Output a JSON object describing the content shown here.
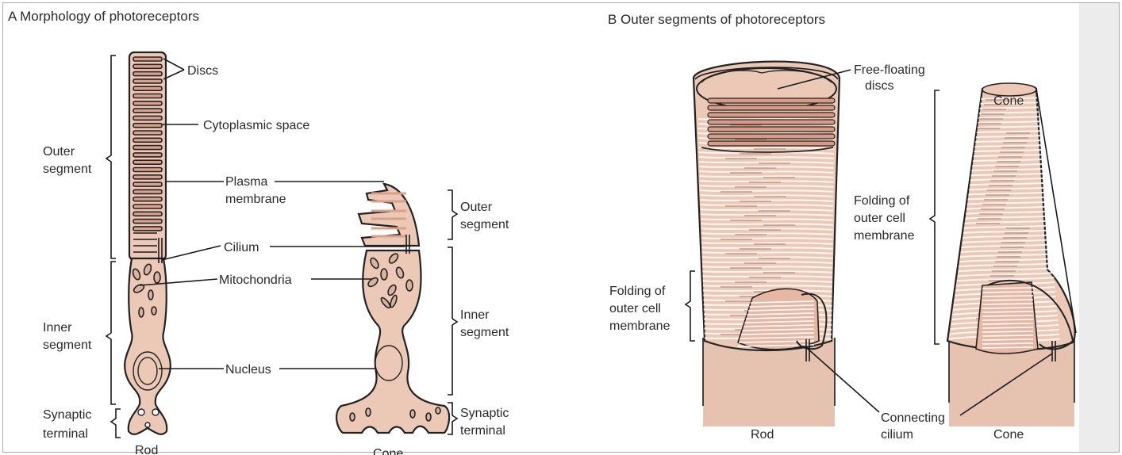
{
  "panel_a": {
    "title": "A  Morphology of photoreceptors",
    "labels": {
      "discs": "Discs",
      "cytoplasmic_space": "Cytoplasmic space",
      "plasma_membrane_1": "Plasma",
      "plasma_membrane_2": "membrane",
      "cilium": "Cilium",
      "mitochondria": "Mitochondria",
      "nucleus": "Nucleus",
      "outer_segment_1": "Outer",
      "outer_segment_2": "segment",
      "inner_segment_1": "Inner",
      "inner_segment_2": "segment",
      "synaptic_terminal_1": "Synaptic",
      "synaptic_terminal_2": "terminal",
      "rod": "Rod",
      "cone": "Cone"
    }
  },
  "panel_b": {
    "title": "B  Outer segments of photoreceptors",
    "labels": {
      "free_floating_1": "Free-floating",
      "free_floating_2": "discs",
      "folding_cone_1": "Folding of",
      "folding_cone_2": "outer cell",
      "folding_cone_3": "membrane",
      "folding_rod_1": "Folding of",
      "folding_rod_2": "outer cell",
      "folding_rod_3": "membrane",
      "connecting_1": "Connecting",
      "connecting_2": "cilium",
      "rod": "Rod",
      "cone": "Cone"
    }
  },
  "colors": {
    "cell_fill": "#ecc9b6",
    "disc_fill": "#dba08c",
    "outline": "#222222",
    "panel_border": "#a9a9a9",
    "gutter": "#ececec"
  }
}
